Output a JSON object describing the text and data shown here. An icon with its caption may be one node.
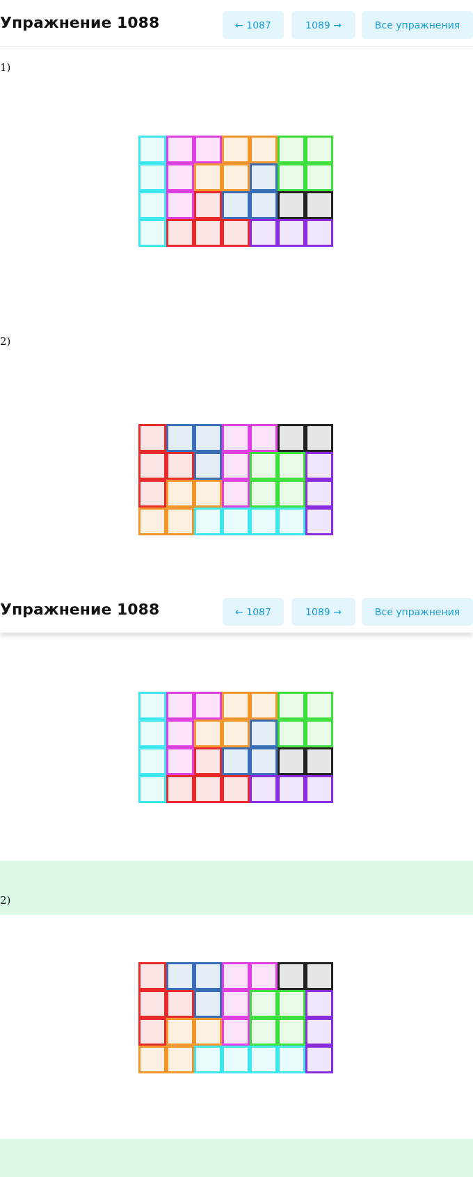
{
  "diagram": {
    "title": "Упражнение 1088",
    "labels": [
      "← 1087",
      "1089 →",
      "Все упражнения",
      "1)",
      "2)",
      "Упражнение 1088",
      "← 1087",
      "1089 →",
      "Все упражнения",
      "2)"
    ]
  }
}
